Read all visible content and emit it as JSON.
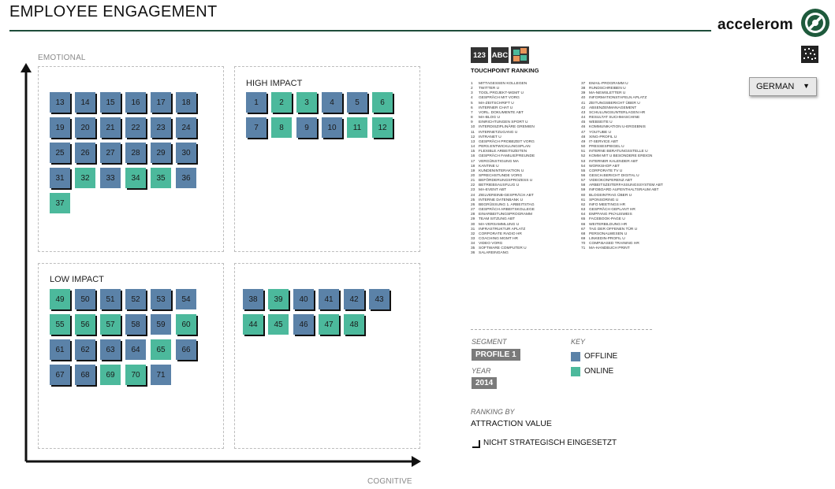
{
  "header": {
    "title": "EMPLOYEE ENGAGEMENT",
    "brand": "accelerom"
  },
  "axes": {
    "y_label": "EMOTIONAL",
    "x_label": "COGNITIVE"
  },
  "quadrants": {
    "top_left": {
      "label": "",
      "tiles": [
        {
          "n": "13",
          "s": "offline",
          "sh": true
        },
        {
          "n": "14",
          "s": "offline",
          "sh": true
        },
        {
          "n": "15",
          "s": "offline",
          "sh": true
        },
        {
          "n": "16",
          "s": "offline",
          "sh": true
        },
        {
          "n": "17",
          "s": "offline",
          "sh": true
        },
        {
          "n": "18",
          "s": "offline",
          "sh": true
        },
        {
          "n": "19",
          "s": "offline",
          "sh": true
        },
        {
          "n": "20",
          "s": "offline",
          "sh": true
        },
        {
          "n": "21",
          "s": "offline",
          "sh": true
        },
        {
          "n": "22",
          "s": "offline",
          "sh": true
        },
        {
          "n": "23",
          "s": "offline",
          "sh": true
        },
        {
          "n": "24",
          "s": "offline",
          "sh": true
        },
        {
          "n": "25",
          "s": "offline",
          "sh": true
        },
        {
          "n": "26",
          "s": "offline",
          "sh": true
        },
        {
          "n": "27",
          "s": "offline",
          "sh": true
        },
        {
          "n": "28",
          "s": "offline",
          "sh": true
        },
        {
          "n": "29",
          "s": "offline",
          "sh": true
        },
        {
          "n": "30",
          "s": "offline",
          "sh": true
        },
        {
          "n": "31",
          "s": "offline",
          "sh": true
        },
        {
          "n": "32",
          "s": "online",
          "sh": false
        },
        {
          "n": "33",
          "s": "offline",
          "sh": false
        },
        {
          "n": "34",
          "s": "online",
          "sh": true
        },
        {
          "n": "35",
          "s": "online",
          "sh": false
        },
        {
          "n": "36",
          "s": "offline",
          "sh": false
        },
        {
          "n": "37",
          "s": "online",
          "sh": false
        }
      ]
    },
    "top_right": {
      "label": "HIGH IMPACT",
      "tiles": [
        {
          "n": "1",
          "s": "offline",
          "sh": true
        },
        {
          "n": "2",
          "s": "online",
          "sh": true
        },
        {
          "n": "3",
          "s": "online",
          "sh": true
        },
        {
          "n": "4",
          "s": "offline",
          "sh": true
        },
        {
          "n": "5",
          "s": "offline",
          "sh": true
        },
        {
          "n": "6",
          "s": "online",
          "sh": true
        },
        {
          "n": "7",
          "s": "offline",
          "sh": true
        },
        {
          "n": "8",
          "s": "online",
          "sh": false
        },
        {
          "n": "9",
          "s": "offline",
          "sh": true
        },
        {
          "n": "10",
          "s": "offline",
          "sh": true
        },
        {
          "n": "11",
          "s": "online",
          "sh": false
        },
        {
          "n": "12",
          "s": "online",
          "sh": true
        }
      ]
    },
    "bottom_left": {
      "label": "LOW IMPACT",
      "tiles": [
        {
          "n": "49",
          "s": "online",
          "sh": true
        },
        {
          "n": "50",
          "s": "offline",
          "sh": true
        },
        {
          "n": "51",
          "s": "offline",
          "sh": true
        },
        {
          "n": "52",
          "s": "offline",
          "sh": true
        },
        {
          "n": "53",
          "s": "offline",
          "sh": true
        },
        {
          "n": "54",
          "s": "offline",
          "sh": false
        },
        {
          "n": "55",
          "s": "online",
          "sh": true
        },
        {
          "n": "56",
          "s": "online",
          "sh": true
        },
        {
          "n": "57",
          "s": "online",
          "sh": true
        },
        {
          "n": "58",
          "s": "offline",
          "sh": true
        },
        {
          "n": "59",
          "s": "offline",
          "sh": false
        },
        {
          "n": "60",
          "s": "online",
          "sh": true
        },
        {
          "n": "61",
          "s": "offline",
          "sh": true
        },
        {
          "n": "62",
          "s": "offline",
          "sh": true
        },
        {
          "n": "63",
          "s": "offline",
          "sh": true
        },
        {
          "n": "64",
          "s": "offline",
          "sh": false
        },
        {
          "n": "65",
          "s": "online",
          "sh": false
        },
        {
          "n": "66",
          "s": "offline",
          "sh": true
        },
        {
          "n": "67",
          "s": "offline",
          "sh": true
        },
        {
          "n": "68",
          "s": "offline",
          "sh": true
        },
        {
          "n": "69",
          "s": "online",
          "sh": false
        },
        {
          "n": "70",
          "s": "online",
          "sh": true
        },
        {
          "n": "71",
          "s": "offline",
          "sh": false
        }
      ]
    },
    "bottom_right": {
      "label": "",
      "tiles": [
        {
          "n": "38",
          "s": "offline",
          "sh": true
        },
        {
          "n": "39",
          "s": "online",
          "sh": true
        },
        {
          "n": "40",
          "s": "offline",
          "sh": true
        },
        {
          "n": "41",
          "s": "offline",
          "sh": true
        },
        {
          "n": "42",
          "s": "offline",
          "sh": true
        },
        {
          "n": "43",
          "s": "offline",
          "sh": true
        },
        {
          "n": "44",
          "s": "online",
          "sh": true
        },
        {
          "n": "45",
          "s": "online",
          "sh": false
        },
        {
          "n": "46",
          "s": "offline",
          "sh": true
        },
        {
          "n": "47",
          "s": "online",
          "sh": true
        },
        {
          "n": "48",
          "s": "online",
          "sh": true
        }
      ]
    }
  },
  "view_icons": {
    "numbers": "123",
    "letters": "ABC",
    "colors_icon": "color-grid-icon"
  },
  "ranking": {
    "title": "TOUCHPOINT RANKING",
    "col1": [
      "MITTAGESSEN KOLLEGEN",
      "TWITTER U",
      "TOOL PROJEKT-MGMT U",
      "GESPRÄCH MIT VORG",
      "MA-ZEITSCHRIFT U",
      "INTERNER CHAT U",
      "VORL. DOKUMENTE ABT",
      "MA-BLOG U",
      "EINRICHTUNGEN SPORT U",
      "INTERDISZIPLINÄRE GREMIEN",
      "INTERNETZUGANG U",
      "INTRANET U",
      "GESPRÄCH PROBEZEIT VORG",
      "PERS.ENTWICKLUNGSPLAN",
      "FLEXIBLE ARBEITSZEITEN",
      "GESPRÄCH FAMILIE/FREUNDE",
      "VERGÜNSTIGUNG MA",
      "KANTINE U",
      "KUNDENINTERAKTION U",
      "SPRECHSTUNDE VORG",
      "BEFÖRDERUNGSPROZESS U",
      "BETRIEBSAUSFLUG U",
      "MA-EVENT ABT",
      "ZIELVEREINB-GESPRÄCH ABT",
      "INTERNE DATENBANK U",
      "BEGRÜSSUNG 1. ARBEITSTAG",
      "GESPRÄCH ARBEITSKOLLEGE",
      "EINARBEITUNGSPROGRAMM",
      "TEAM SITZUNG ABT",
      "MA-VERSAMMLUNG U",
      "INFRASTRUKTUR APLATZ",
      "CORPORATE RADIO HR",
      "COACHING MGMT HR",
      "VIDEO VORG",
      "SOFTWARE COMPUTER U",
      "SALAREINGANG"
    ],
    "col2": [
      "EMAIL-PROGRAMM U",
      "RUNDSCHREIBEN U",
      "MA-NEWSLETTER U",
      "INFORMATIONSTAFELN APLATZ",
      "ZEITUNGSBERICHT ÜBER U",
      "ABSENZENMANAGEMENT",
      "SCHULUNGSUNTERLAGEN HR",
      "RESULTAT SUCHMASCHINE",
      "WEBSEITE U",
      "KOMMUNIKATION U-ERGEBNIS",
      "YOUTUBE U",
      "XING-PROFIL U",
      "IT-SERVICE ABT",
      "PRESSESPIEGEL U",
      "INTERNE BERATUNGSSTELLE U",
      "KOMM MIT U BESONDERE EREIGN",
      "INTERNER KALENDER ABT",
      "WORKSHOP ABT",
      "CORPORATE TV U",
      "GESCH.BERICHT DIGITAL U",
      "VIDEOKONFERENZ ABT",
      "ARBEITSZEITERFASSUNGSSYSTEM ABT",
      "INFOBOARD AUFENTHALTSRAUM ABT",
      "BLOGEINTRAG ÜBER U",
      "SPONSORING U",
      "INFO MEETINGS HR",
      "GESPRÄCH GEPLANT HR",
      "EMPFANG PK/AUSWEIS",
      "FACEBOOK-PAGE U",
      "WEITERBILDUNG HR",
      "TAG DER OFFENEN TÜR U",
      "PERSONALWESEN U",
      "LINKEDIN-PROFIL U",
      "COMP.BASED TRAINING HR",
      "MA-HANDBUCH PRINT"
    ]
  },
  "language_select": {
    "value": "GERMAN",
    "arrow": "▼"
  },
  "segment": {
    "label": "SEGMENT",
    "value": "PROFILE 1"
  },
  "year": {
    "label": "YEAR",
    "value": "2014"
  },
  "key": {
    "label": "KEY",
    "offline": "OFFLINE",
    "online": "ONLINE",
    "offline_color": "#5b82a8",
    "online_color": "#4cb99c"
  },
  "ranking_by": {
    "label": "RANKING BY",
    "value": "ATTRACTION VALUE"
  },
  "footnote": "NICHT STRATEGISCH EINGESETZT"
}
